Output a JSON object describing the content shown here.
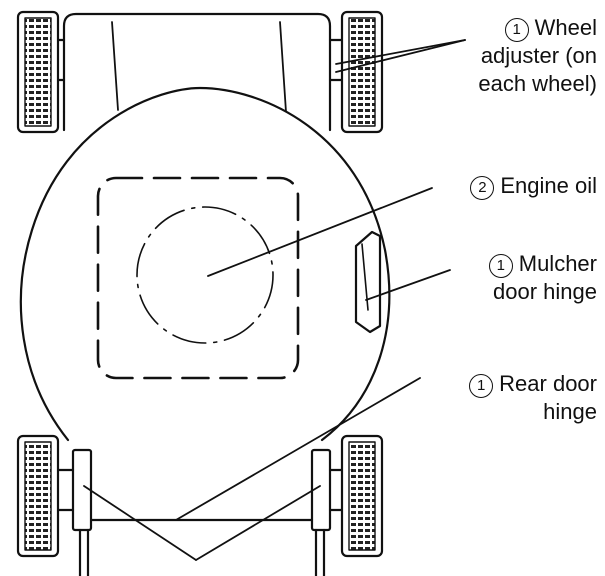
{
  "callouts": {
    "wheel": {
      "num": "1",
      "lines": [
        "Wheel",
        "adjuster (on",
        "each wheel)"
      ]
    },
    "oil": {
      "num": "2",
      "lines": [
        "Engine oil"
      ]
    },
    "mulcher": {
      "num": "1",
      "lines": [
        "Mulcher",
        "door hinge"
      ]
    },
    "rear": {
      "num": "1",
      "lines": [
        "Rear door",
        "hinge"
      ]
    }
  }
}
